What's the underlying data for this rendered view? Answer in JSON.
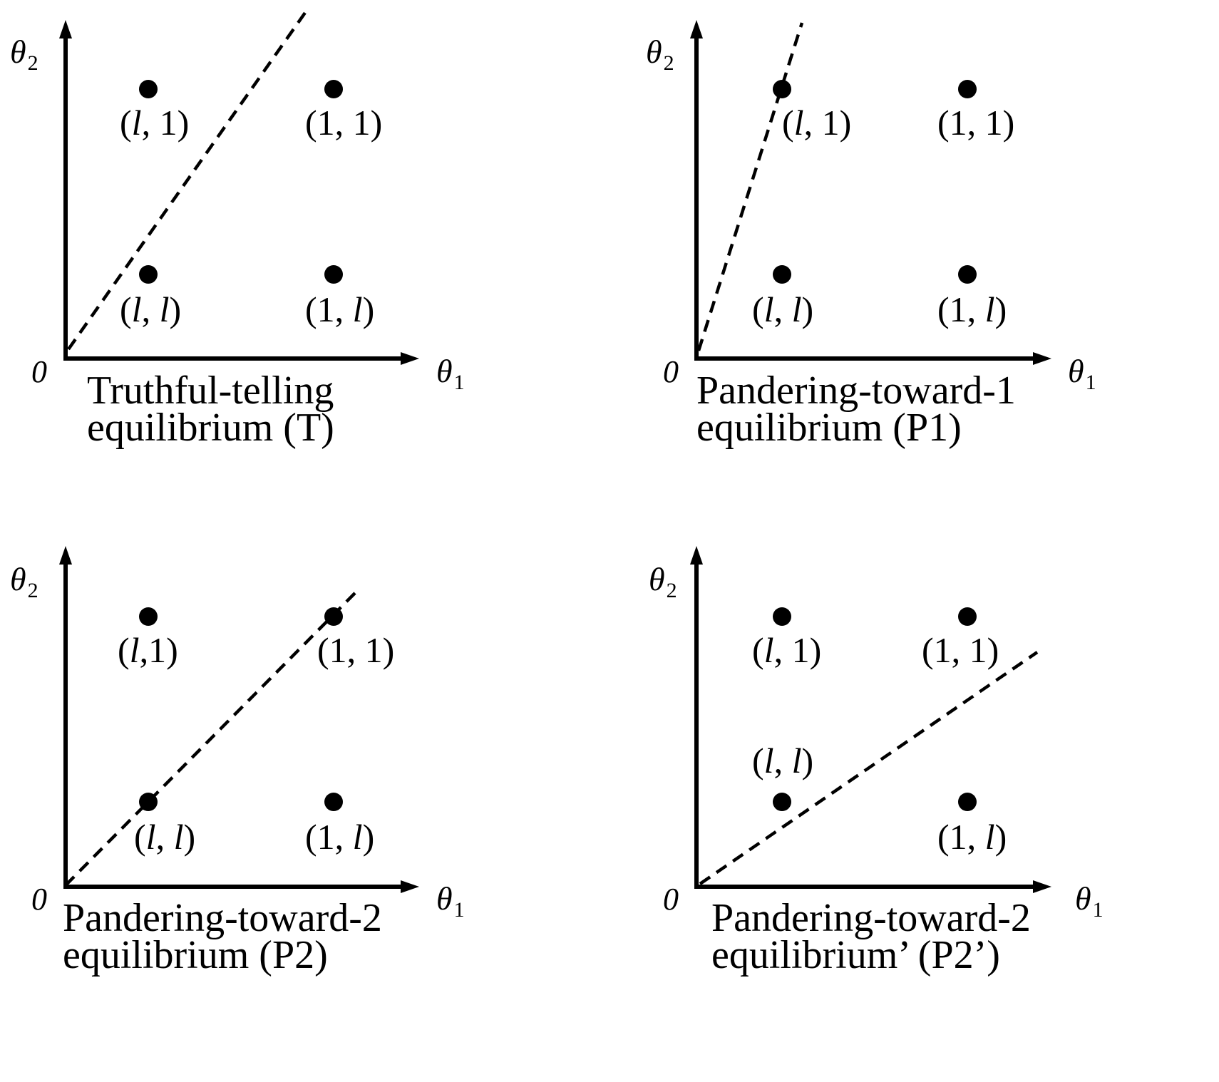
{
  "colors": {
    "ink": "#000000",
    "background": "#ffffff"
  },
  "panels": [
    {
      "id": "T",
      "caption_line1": "Truthful-telling",
      "caption_line2": "equilibrium (T)",
      "axis_x": {
        "symbol": "θ",
        "subscript": "1"
      },
      "axis_y": {
        "symbol": "θ",
        "subscript": "2"
      },
      "origin": "0",
      "points": [
        {
          "a": "l",
          "b": "l",
          "sep": ", "
        },
        {
          "a": "1",
          "b": "l",
          "sep": ", "
        },
        {
          "a": "l",
          "b": "1",
          "sep": ", "
        },
        {
          "a": "1",
          "b": "1",
          "sep": ", "
        }
      ]
    },
    {
      "id": "P1",
      "caption_line1": "Pandering-toward-1",
      "caption_line2": "equilibrium (P1)",
      "axis_x": {
        "symbol": "θ",
        "subscript": "1"
      },
      "axis_y": {
        "symbol": "θ",
        "subscript": "2"
      },
      "origin": "0",
      "points": [
        {
          "a": "l",
          "b": "l",
          "sep": ", "
        },
        {
          "a": "1",
          "b": "l",
          "sep": ", "
        },
        {
          "a": "l",
          "b": "1",
          "sep": ", "
        },
        {
          "a": "1",
          "b": "1",
          "sep": ", "
        }
      ]
    },
    {
      "id": "P2",
      "caption_line1": "Pandering-toward-2",
      "caption_line2": "equilibrium (P2)",
      "axis_x": {
        "symbol": "θ",
        "subscript": "1"
      },
      "axis_y": {
        "symbol": "θ",
        "subscript": "2"
      },
      "origin": "0",
      "points": [
        {
          "a": "l",
          "b": "l",
          "sep": ", "
        },
        {
          "a": "1",
          "b": "l",
          "sep": ", "
        },
        {
          "a": "l",
          "b": "1",
          "sep": ","
        },
        {
          "a": "1",
          "b": "1",
          "sep": ", "
        }
      ]
    },
    {
      "id": "P2prime",
      "caption_line1": "Pandering-toward-2",
      "caption_line2": "equilibrium’ (P2’)",
      "axis_x": {
        "symbol": "θ",
        "subscript": "1"
      },
      "axis_y": {
        "symbol": "θ",
        "subscript": "2"
      },
      "origin": "0",
      "points": [
        {
          "a": "l",
          "b": "l",
          "sep": ", "
        },
        {
          "a": "1",
          "b": "l",
          "sep": ", "
        },
        {
          "a": "l",
          "b": "1",
          "sep": ", "
        },
        {
          "a": "1",
          "b": "1",
          "sep": ", "
        }
      ]
    }
  ]
}
